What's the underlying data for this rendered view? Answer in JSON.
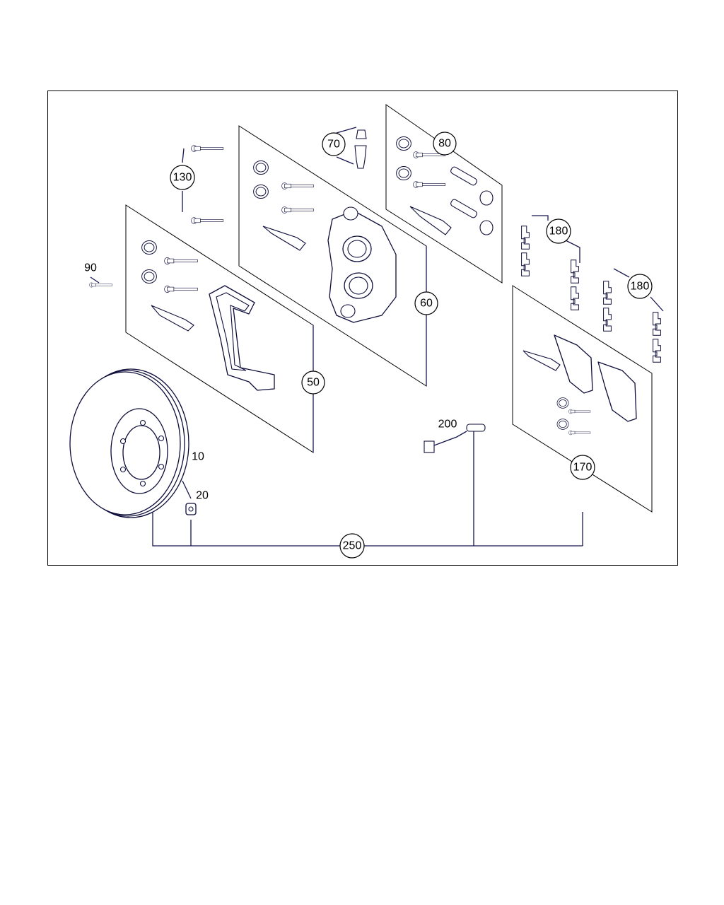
{
  "diagram": {
    "labels": {
      "p10": "10",
      "p20": "20",
      "p50": "50",
      "p60": "60",
      "p70": "70",
      "p80": "80",
      "p90": "90",
      "p130": "130",
      "p170": "170",
      "p180a": "180",
      "p180b": "180",
      "p200": "200",
      "p250": "250"
    }
  }
}
